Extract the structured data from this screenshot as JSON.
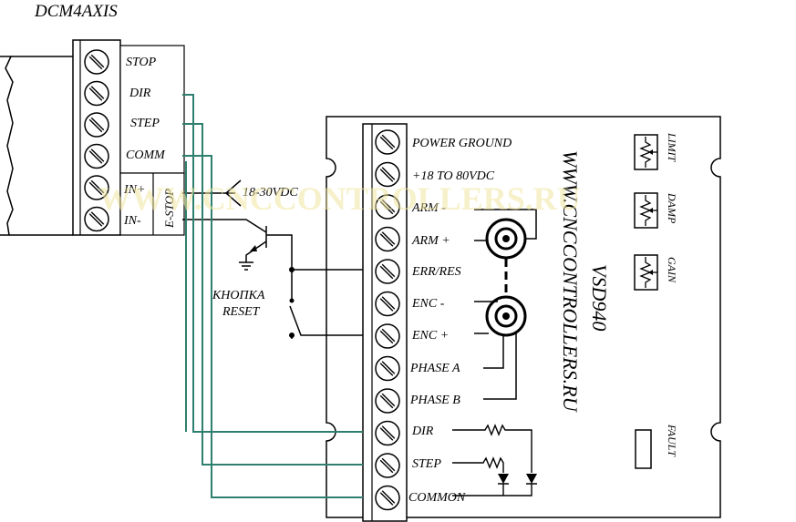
{
  "left_device": {
    "title": "DCM4AXIS",
    "terminals": [
      "STOP",
      "DIR",
      "STEP",
      "COMM"
    ],
    "estop_terminals": [
      "IN+",
      "IN-"
    ],
    "estop_label": "E-STOP"
  },
  "supply_label": "18-30VDC",
  "reset_button": {
    "line1": "КНОПКА",
    "line2": "RESET"
  },
  "right_device": {
    "terminals": [
      "POWER GROUND",
      "+18 TO 80VDC",
      "ARM -",
      "ARM +",
      "ERR/RES",
      "ENC -",
      "ENC +",
      "PHASE A",
      "PHASE B",
      "DIR",
      "STEP",
      "COMMON"
    ],
    "model": "VSD940",
    "website": "WWW.CNCCONTROLLERS.RU",
    "pots": [
      "LIMIT",
      "DAMP",
      "GAIN"
    ],
    "fault_label": "FAULT"
  },
  "watermark": "WWW.CNCCONTROLLERS.RU",
  "colors": {
    "wire": "#2f7f6f",
    "line": "#000000",
    "watermark": "#f0e6a0"
  }
}
